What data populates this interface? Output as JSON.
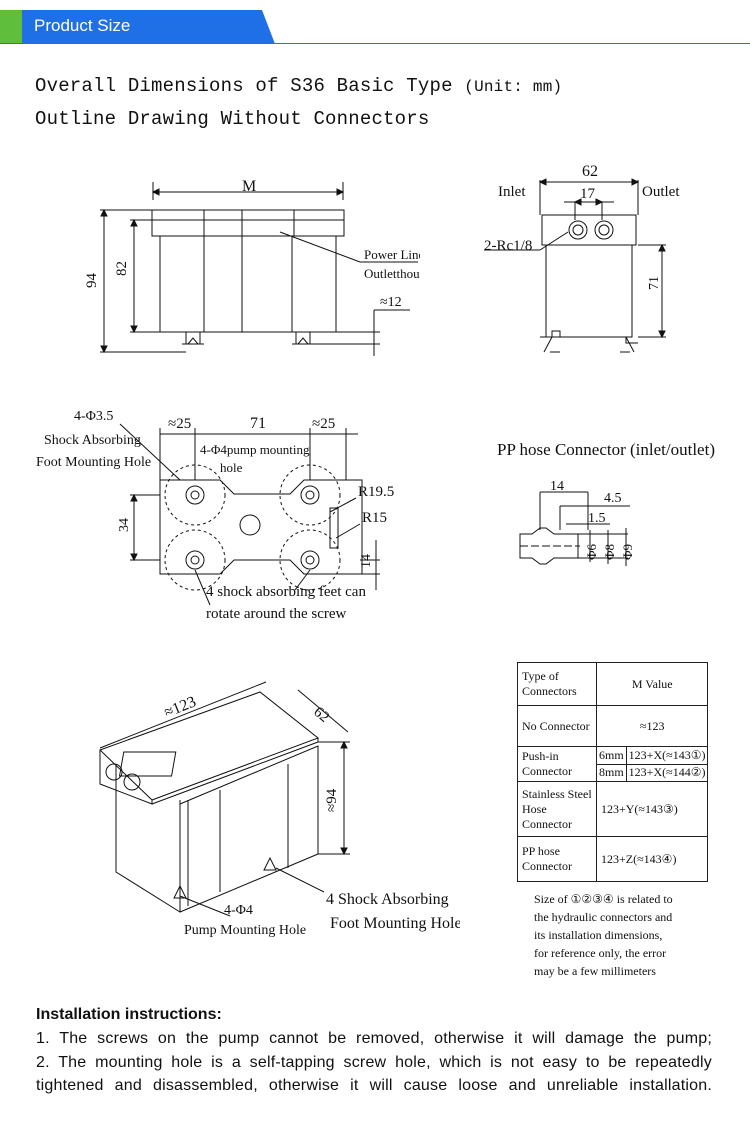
{
  "header": {
    "title": "Product Size",
    "colors": {
      "blue": "#1f6fe6",
      "green": "#5fbe3c"
    }
  },
  "headings": {
    "line1": "Overall Dimensions of S36 Basic Type",
    "unit": "(Unit: mm)",
    "line2": "Outline Drawing Without Connectors"
  },
  "front_view": {
    "m": "M",
    "h94": "94",
    "h82": "82",
    "power1": "Power Line",
    "power2": "Outletthout",
    "foot": "≈12"
  },
  "side_view": {
    "w62": "62",
    "w17": "17",
    "inlet": "Inlet",
    "outlet": "Outlet",
    "rc": "2-Rc1/8",
    "h71": "71"
  },
  "bottom_view": {
    "hole1": "4-Φ3.5",
    "hole2": "Shock Absorbing",
    "hole3": "Foot Mounting Hole",
    "a25l": "≈25",
    "a71": "71",
    "a25r": "≈25",
    "pm1": "4-Φ4pump mounting",
    "pm2": "hole",
    "r195": "R19.5",
    "r15": "R15",
    "d34": "34",
    "d14": "14",
    "feet1": "4 shock absorbing feet can",
    "feet2": "rotate around the screw"
  },
  "hose": {
    "title": "PP hose Connector (inlet/outlet)",
    "d14": "14",
    "d45": "4.5",
    "d15": "1.5",
    "d6": "Φ6",
    "d8": "Φ8",
    "d9": "Φ9"
  },
  "iso_view": {
    "len": "≈123",
    "w62": "62",
    "h94": "≈94",
    "pm1": "4-Φ4",
    "pm2": "Pump Mounting Hole",
    "sh1": "4 Shock Absorbing",
    "sh2": "Foot Mounting Hole"
  },
  "m_table": {
    "col1": "Type of Connectors",
    "col2": "M Value",
    "r1a": "No Connector",
    "r1b": "≈123",
    "r2a": "Push-in Connector",
    "r2b1": "6mm",
    "r2c1": "123+X(≈143①)",
    "r2b2": "8mm",
    "r2c2": "123+X(≈144②)",
    "r3a": "Stainless Steel Hose Connector",
    "r3b": "123+Y(≈143③)",
    "r4a": "PP hose Connector",
    "r4b": "123+Z(≈143④)"
  },
  "note": "Size of ①②③④ is related to the hydraulic connectors and its installation dimensions, for reference only, the error may be a few millimeters",
  "instructions": {
    "title": "Installation instructions:",
    "l1": "1. The screws on the pump cannot be removed, otherwise it will damage the pump;",
    "l2": "2. The mounting hole is a self-tapping screw hole, which is not easy to be repeatedly",
    "l3": "tightened and disassembled, otherwise it will cause loose and unreliable installation."
  }
}
